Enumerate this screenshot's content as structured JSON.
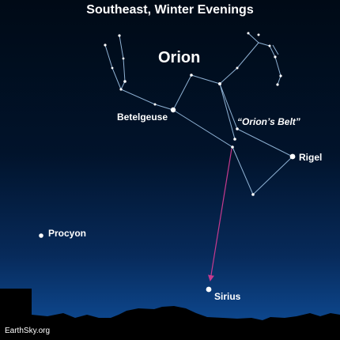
{
  "title": "Southeast, Winter Evenings",
  "constellation": "Orion",
  "labels": {
    "betelgeuse": "Betelgeuse",
    "belt": "“Orion’s Belt”",
    "rigel": "Rigel",
    "procyon": "Procyon",
    "sirius": "Sirius"
  },
  "credit": "EarthSky.org",
  "colors": {
    "sky_top": "#000a16",
    "sky_bottom": "#0f4f9c",
    "star": "#ffffff",
    "stick_line": "#8fb2d4",
    "pointer_arrow": "#c63a8e",
    "skyline": "#000000"
  }
}
